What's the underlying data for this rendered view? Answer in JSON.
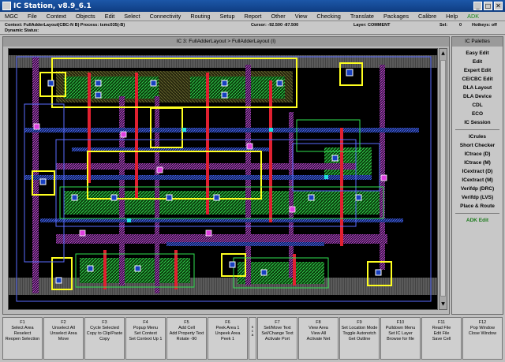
{
  "window": {
    "title": "IC Station, v8.9_6.1",
    "buttons": [
      "_",
      "□",
      "✕"
    ]
  },
  "menu": [
    "MGC",
    "File",
    "Context",
    "Objects",
    "Edit",
    "Select",
    "Connectivity",
    "Routing",
    "Setup",
    "Report",
    "Other",
    "View",
    "Checking",
    "Translate",
    "Packages",
    "Calibre",
    "Help"
  ],
  "menu_extra": "ADK",
  "status": {
    "context": "Context: FullAdderLayout(CBC-N B)  Process: tsmc035(-B)",
    "dynamic": "Dynamic Status:",
    "cursor": "Cursor: -92.500  -87.500",
    "layer": "Layer: COMMENT",
    "sel": "Sel:",
    "sel_count": "0",
    "hotkeys": "Hotkeys: off"
  },
  "layout_window": {
    "title": "IC 3: FullAdderLayout > FullAdderLayout (I)"
  },
  "palette": {
    "title": "IC Palettes",
    "group1": [
      "Easy Edit",
      "Edit",
      "Expert Edit",
      "CE/CBC Edit",
      "DLA Layout",
      "DLA Device",
      "CDL",
      "ECO",
      "IC Session"
    ],
    "group2": [
      "ICrules",
      "Short Checker",
      "ICtrace (D)",
      "ICtrace (M)",
      "ICextract (D)",
      "ICextract (M)",
      "Verifdp (DRC)",
      "Verifdp (LVS)",
      "Place & Route"
    ],
    "adk_edit": "ADK Edit"
  },
  "fkeys": [
    {
      "key": "F1",
      "l1": "Select Area",
      "l2": "Reselect",
      "l3": "Reopen Selection"
    },
    {
      "key": "F2",
      "l1": "Unselect All",
      "l2": "Unselect Area",
      "l3": "Move"
    },
    {
      "key": "F3",
      "l1": "Cycle Selected",
      "l2": "Copy to Clip/Paste",
      "l3": "Copy"
    },
    {
      "key": "F4",
      "l1": "Popup Menu",
      "l2": "Set Context",
      "l3": "Set Context Up 1"
    },
    {
      "key": "F5",
      "l1": "Add Cell",
      "l2": "Add Property Text",
      "l3": "Rotate -90"
    },
    {
      "key": "F6",
      "l1": "Peek Area 1",
      "l2": "Unpeek Area",
      "l3": "Peek 1"
    },
    {
      "key": "",
      "l1": "s",
      "l2": "c",
      "l3": "a",
      "narrow": true
    },
    {
      "key": "F7",
      "l1": "Sel/Move Text",
      "l2": "Sel/Change Text",
      "l3": "Activate Port"
    },
    {
      "key": "F8",
      "l1": "View Area",
      "l2": "View All",
      "l3": "Activate Net"
    },
    {
      "key": "F9",
      "l1": "Set Location Mode",
      "l2": "Toggle Autonotch",
      "l3": "Get Outline"
    },
    {
      "key": "F10",
      "l1": "Pulldown Menu",
      "l2": "Set IC Layer",
      "l3": "Browse for file"
    },
    {
      "key": "F11",
      "l1": "Read File",
      "l2": "Edit File",
      "l3": "Save Cell"
    },
    {
      "key": "F12",
      "l1": "Pop Window",
      "l2": "Close Window",
      "l3": ""
    }
  ],
  "colors": {
    "canvas_bg": "#000000",
    "cell_outline": "#ffff00",
    "metal1": "#4c6cff",
    "metal2": "#e040e0",
    "poly": "#ff2040",
    "diff": "#20c040",
    "nwell": "#a0a040",
    "contact": "#ffffff",
    "via": "#20e0e0"
  }
}
